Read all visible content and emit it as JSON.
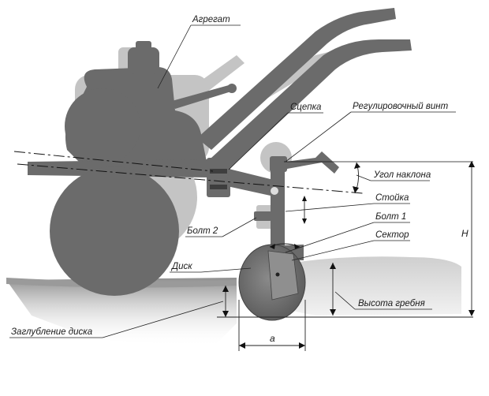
{
  "labels": {
    "aggregate": "Агрегат",
    "hitch": "Сцепка",
    "adjusting_screw": "Регулировочный винт",
    "tilt_angle": "Угол наклона",
    "rack": "Стойка",
    "bolt1": "Болт 1",
    "bolt2": "Болт 2",
    "sector": "Сектор",
    "disk": "Диск",
    "ridge_height": "Высота гребня",
    "disk_depth": "Заглубление диска",
    "height_h": "H",
    "distance_a": "a"
  },
  "colors": {
    "machine_dark": "#6b6b6b",
    "machine_shadow": "#c4c4c4",
    "ground": "#9a9a9a",
    "ridge": "#d6d6d6"
  }
}
